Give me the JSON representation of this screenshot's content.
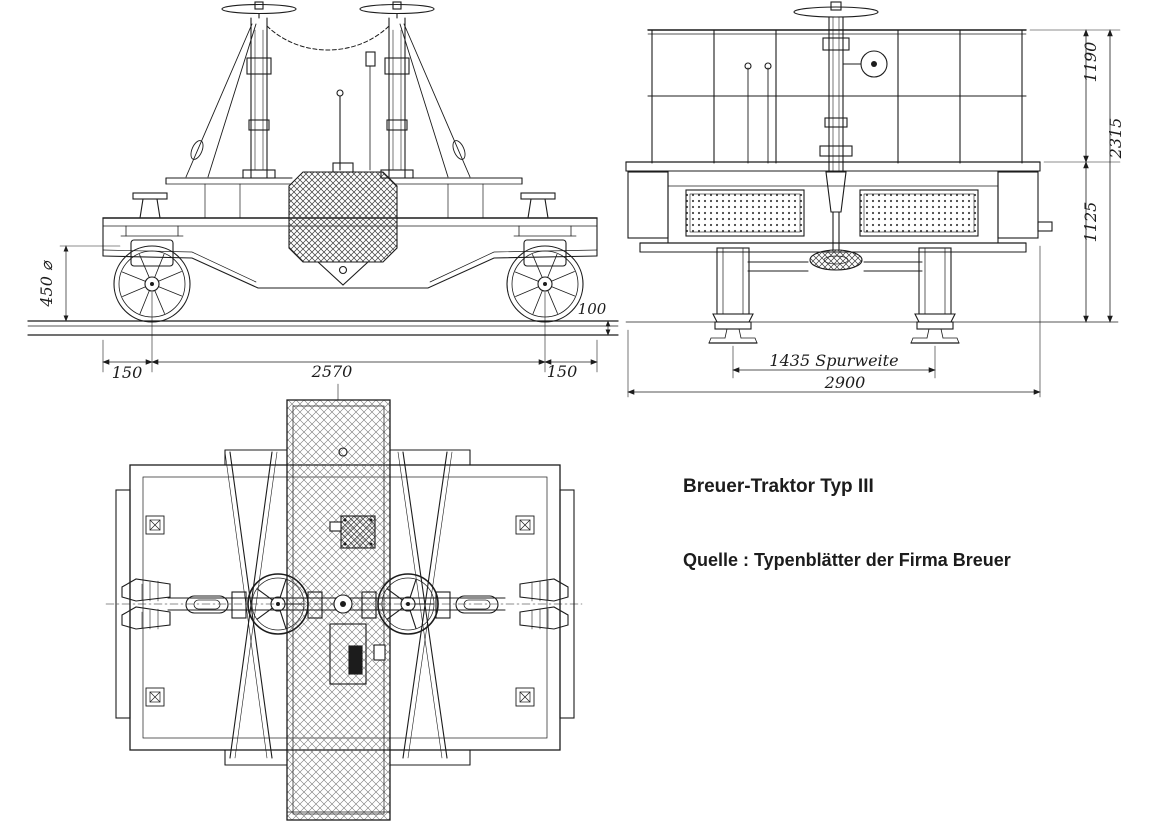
{
  "colors": {
    "background": "#ffffff",
    "ink": "#1c1c1c"
  },
  "annotations": {
    "title": "Breuer-Traktor Typ III",
    "source": "Quelle : Typenblätter der Firma Breuer"
  },
  "side_view": {
    "dimensions": {
      "wheel_diameter": "450 ⌀",
      "left_overhang": "150",
      "wheelbase": "2570",
      "right_overhang": "150",
      "rail_height": "100"
    }
  },
  "front_view": {
    "dimensions": {
      "gauge": "1435 Spurweite",
      "overall_width": "2900",
      "handrail_height": "1190",
      "overall_height": "2315",
      "platform_height": "1125"
    }
  }
}
